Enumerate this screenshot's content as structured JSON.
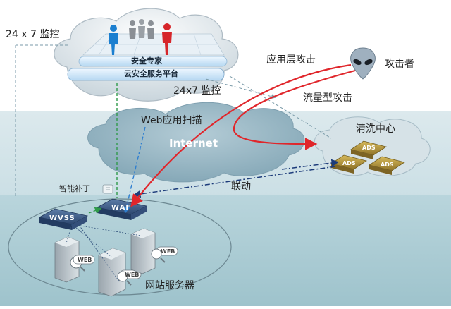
{
  "labels": {
    "monitor_left": "24 x 7 监控",
    "monitor_mid": "24x7 监控",
    "security_expert": "安全专家",
    "cloud_platform": "云安全服务平台",
    "app_attack": "应用层攻击",
    "attacker": "攻击者",
    "flood_attack": "流量型攻击",
    "web_scan": "Web应用扫描",
    "internet": "Internet",
    "scrubbing_center": "清洗中心",
    "ads": "ADS",
    "smart_patch": "智能补丁",
    "linkage": "联动",
    "wvss": "WVSS",
    "waf": "WAF",
    "web": "WEB",
    "web_servers": "网站服务器"
  },
  "colors": {
    "attack_red": "#e0262b",
    "monitor_dash": "#7a9aa8",
    "scan_green": "#2f9a4a",
    "scan_blue": "#2f7fd0",
    "linkage_navy": "#1c3b7a",
    "band_light": "#d9e8ec",
    "band_dark": "#a9cbd3",
    "ads_gold": "#b99a3c"
  }
}
